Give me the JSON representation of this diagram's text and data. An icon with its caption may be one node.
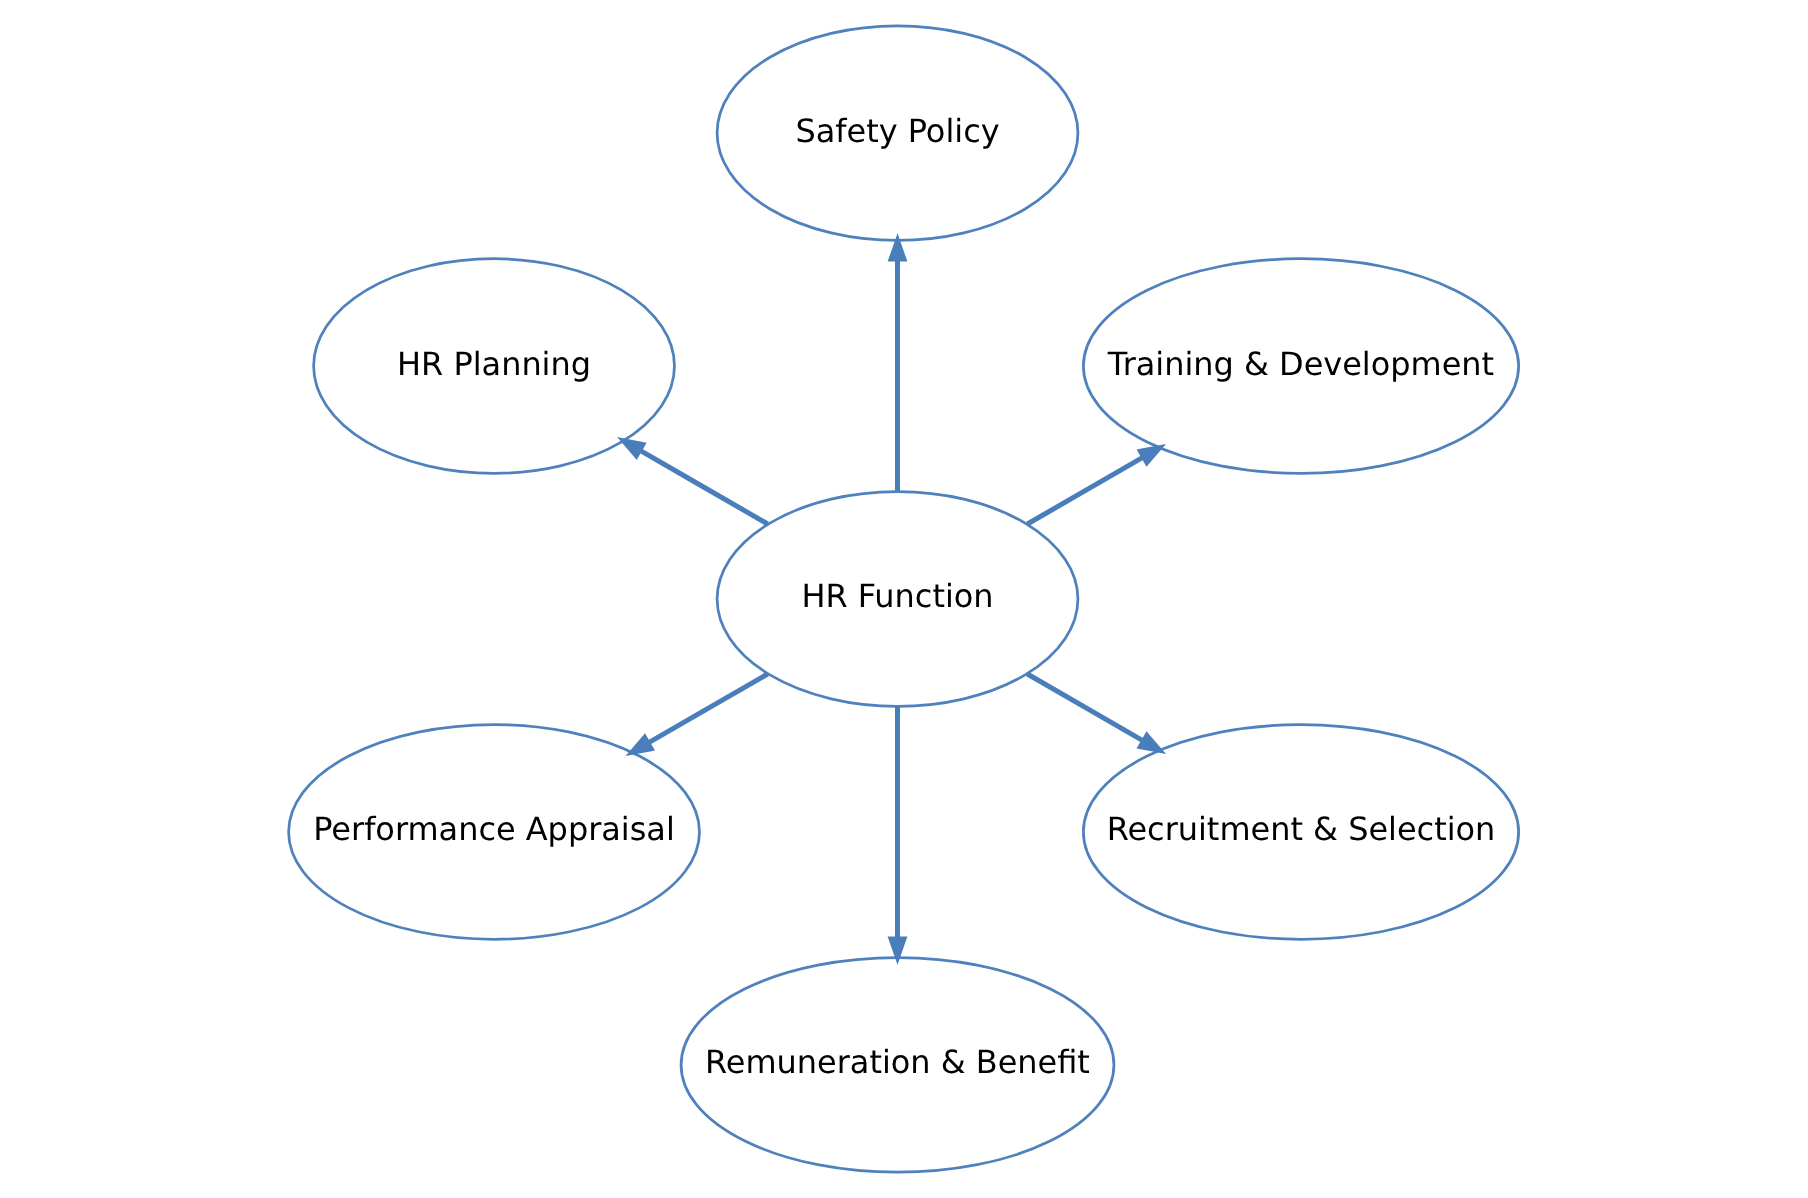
{
  "diagram": {
    "nodes": [
      {
        "text": [
          "HR Function"
        ]
      },
      {
        "text": [
          "Training & Development"
        ]
      },
      {
        "text": [
          "Safety Policy"
        ]
      },
      {
        "text": [
          "HR Planning"
        ]
      },
      {
        "text": [
          "Performance Appraisal"
        ]
      },
      {
        "text": [
          "Remuneration & Benefit"
        ]
      },
      {
        "text": [
          "Recruitment & Selection"
        ]
      }
    ],
    "edges": [
      {
        "from": 0,
        "to": 1,
        "arrow": "to"
      },
      {
        "from": 0,
        "to": 2,
        "arrow": "to"
      },
      {
        "from": 0,
        "to": 3,
        "arrow": "to"
      },
      {
        "from": 0,
        "to": 4,
        "arrow": "to"
      },
      {
        "from": 0,
        "to": 5,
        "arrow": "to"
      },
      {
        "from": 0,
        "to": 6,
        "arrow": "to"
      }
    ]
  }
}
